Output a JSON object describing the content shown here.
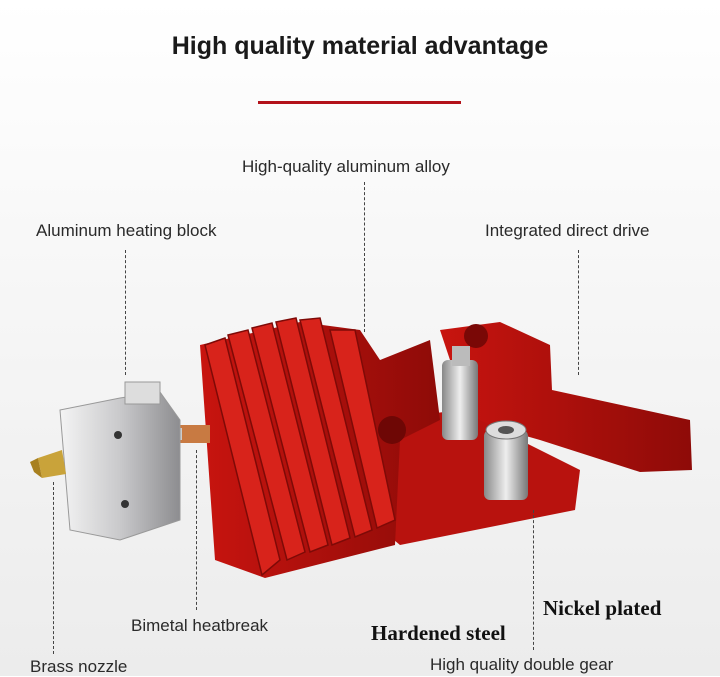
{
  "title": "High quality material advantage",
  "accent_color": "#b3121a",
  "labels": {
    "alloy": "High-quality aluminum alloy",
    "heating_block": "Aluminum heating block",
    "direct_drive": "Integrated direct drive",
    "heatbreak": "Bimetal heatbreak",
    "nozzle": "Brass nozzle",
    "nickel": "Nickel plated",
    "hardened": "Hardened steel",
    "gear": "High quality double gear"
  }
}
